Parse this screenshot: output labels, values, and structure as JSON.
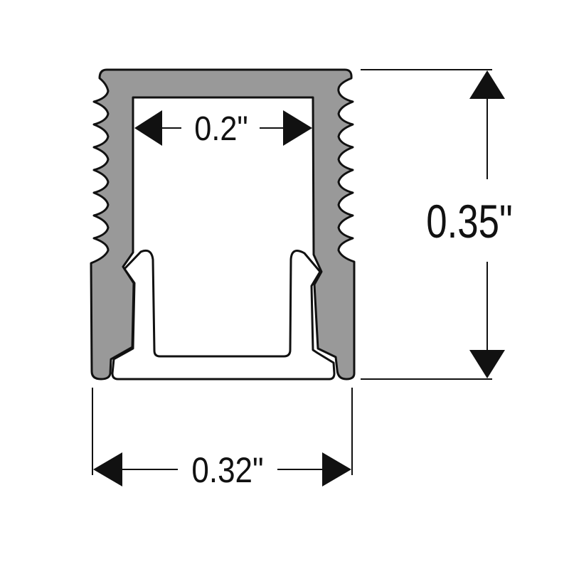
{
  "diagram": {
    "title": "Extrusion profile cross-section",
    "dimensions": {
      "inner_width": "0.2\"",
      "height": "0.35\"",
      "outer_width": "0.32\""
    },
    "colors": {
      "housing": "#999999",
      "insert": "#ffffff",
      "line": "#111111"
    }
  }
}
